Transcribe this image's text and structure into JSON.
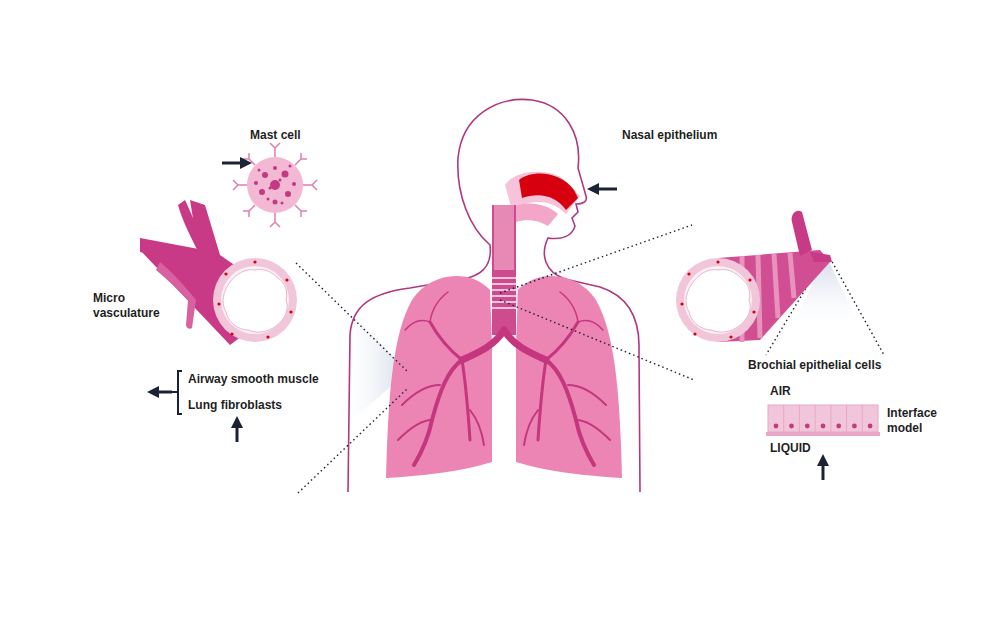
{
  "diagram": {
    "labels": [
      "Mast cell",
      "Nasal epithelium",
      "Micro vasculature",
      "Airway smooth muscle",
      "Lung fibroblasts",
      "Brochial epithelial cells",
      "AIR",
      "Interface model",
      "LIQUID"
    ]
  }
}
